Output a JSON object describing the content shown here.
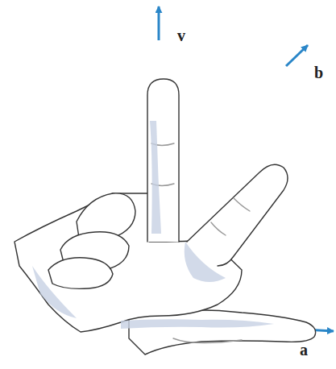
{
  "diagram": {
    "labels": [
      "v",
      "b",
      "a"
    ]
  }
}
